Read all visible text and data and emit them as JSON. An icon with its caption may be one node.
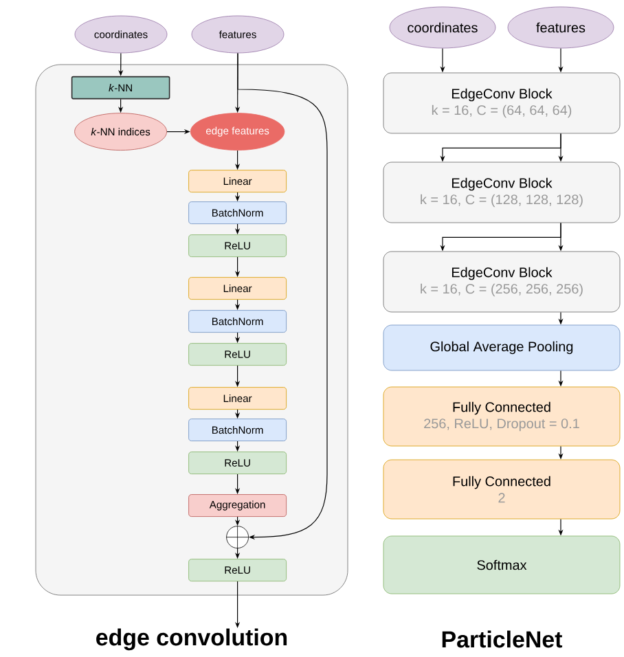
{
  "diagram": {
    "nodes": [
      {
        "text": [
          "coordinates"
        ]
      },
      {
        "text": [
          "features"
        ]
      },
      {
        "text": [
          "edge convolution"
        ]
      },
      {
        "text": [
          "*k*-NN"
        ],
        "in": 2
      },
      {
        "text": [
          "*k*-NN indices"
        ],
        "in": 2
      },
      {
        "text": [
          "edge features"
        ],
        "in": 2
      },
      {
        "text": [
          "Linear"
        ],
        "in": 2
      },
      {
        "text": [
          "BatchNorm"
        ],
        "in": 2
      },
      {
        "text": [
          "ReLU"
        ],
        "in": 2
      },
      {
        "text": [
          "Linear"
        ],
        "in": 2
      },
      {
        "text": [
          "BatchNorm"
        ],
        "in": 2
      },
      {
        "text": [
          "ReLU"
        ],
        "in": 2
      },
      {
        "text": [
          "Linear"
        ],
        "in": 2
      },
      {
        "text": [
          "BatchNorm"
        ],
        "in": 2
      },
      {
        "text": [
          "ReLU"
        ],
        "in": 2
      },
      {
        "text": [
          "Aggregation"
        ],
        "in": 2
      },
      {
        "text": [],
        "shape": "circle",
        "in": 2
      },
      {
        "text": [
          "ReLU"
        ],
        "in": 2
      },
      {
        "text": [
          "coordinates"
        ]
      },
      {
        "text": [
          "features"
        ]
      },
      {
        "text": [
          "EdgeConv Block",
          "k = 16, C = (64, 64, 64)"
        ]
      },
      {
        "text": [
          "EdgeConv Block",
          "k = 16, C = (128, 128, 128)"
        ]
      },
      {
        "text": [
          "EdgeConv Block",
          "k = 16, C = (256, 256, 256)"
        ]
      },
      {
        "text": [
          "Global Average Pooling"
        ]
      },
      {
        "text": [
          "Fully Connected",
          "256, ReLU, Dropout = 0.1"
        ]
      },
      {
        "text": [
          "Fully Connected",
          "2"
        ]
      },
      {
        "text": [
          "Softmax"
        ]
      }
    ],
    "edges": [
      {
        "from": 0,
        "to": 3,
        "arrow": "to"
      },
      {
        "from": 3,
        "to": 4,
        "arrow": "to"
      },
      {
        "from": 4,
        "to": 5,
        "arrow": "to"
      },
      {
        "from": 1,
        "to": 5,
        "arrow": "to"
      },
      {
        "from": 5,
        "to": 6,
        "arrow": "to"
      },
      {
        "from": 6,
        "to": 7,
        "arrow": "to"
      },
      {
        "from": 7,
        "to": 8,
        "arrow": "to"
      },
      {
        "from": 8,
        "to": 9,
        "arrow": "to"
      },
      {
        "from": 9,
        "to": 10,
        "arrow": "to"
      },
      {
        "from": 10,
        "to": 11,
        "arrow": "to"
      },
      {
        "from": 11,
        "to": 12,
        "arrow": "to"
      },
      {
        "from": 12,
        "to": 13,
        "arrow": "to"
      },
      {
        "from": 13,
        "to": 14,
        "arrow": "to"
      },
      {
        "from": 14,
        "to": 15,
        "arrow": "to"
      },
      {
        "from": 15,
        "to": 16,
        "arrow": "to"
      },
      {
        "from": 1,
        "to": 16,
        "arrow": "to"
      },
      {
        "from": 16,
        "to": 17,
        "arrow": "to"
      },
      {
        "from": 17,
        "to": null,
        "arrow": "to"
      },
      {
        "from": 18,
        "to": 20,
        "arrow": "to"
      },
      {
        "from": 19,
        "to": 20,
        "arrow": "to"
      },
      {
        "from": 20,
        "to": 21,
        "arrow": "to"
      },
      {
        "from": 20,
        "to": 21,
        "arrow": "to"
      },
      {
        "from": 21,
        "to": 22,
        "arrow": "to"
      },
      {
        "from": 21,
        "to": 22,
        "arrow": "to"
      },
      {
        "from": 22,
        "to": 23,
        "arrow": "to"
      },
      {
        "from": 23,
        "to": 24,
        "arrow": "to"
      },
      {
        "from": 24,
        "to": 25,
        "arrow": "to"
      },
      {
        "from": 25,
        "to": 26,
        "arrow": "to"
      }
    ],
    "labels": [
      "ParticleNet"
    ]
  }
}
